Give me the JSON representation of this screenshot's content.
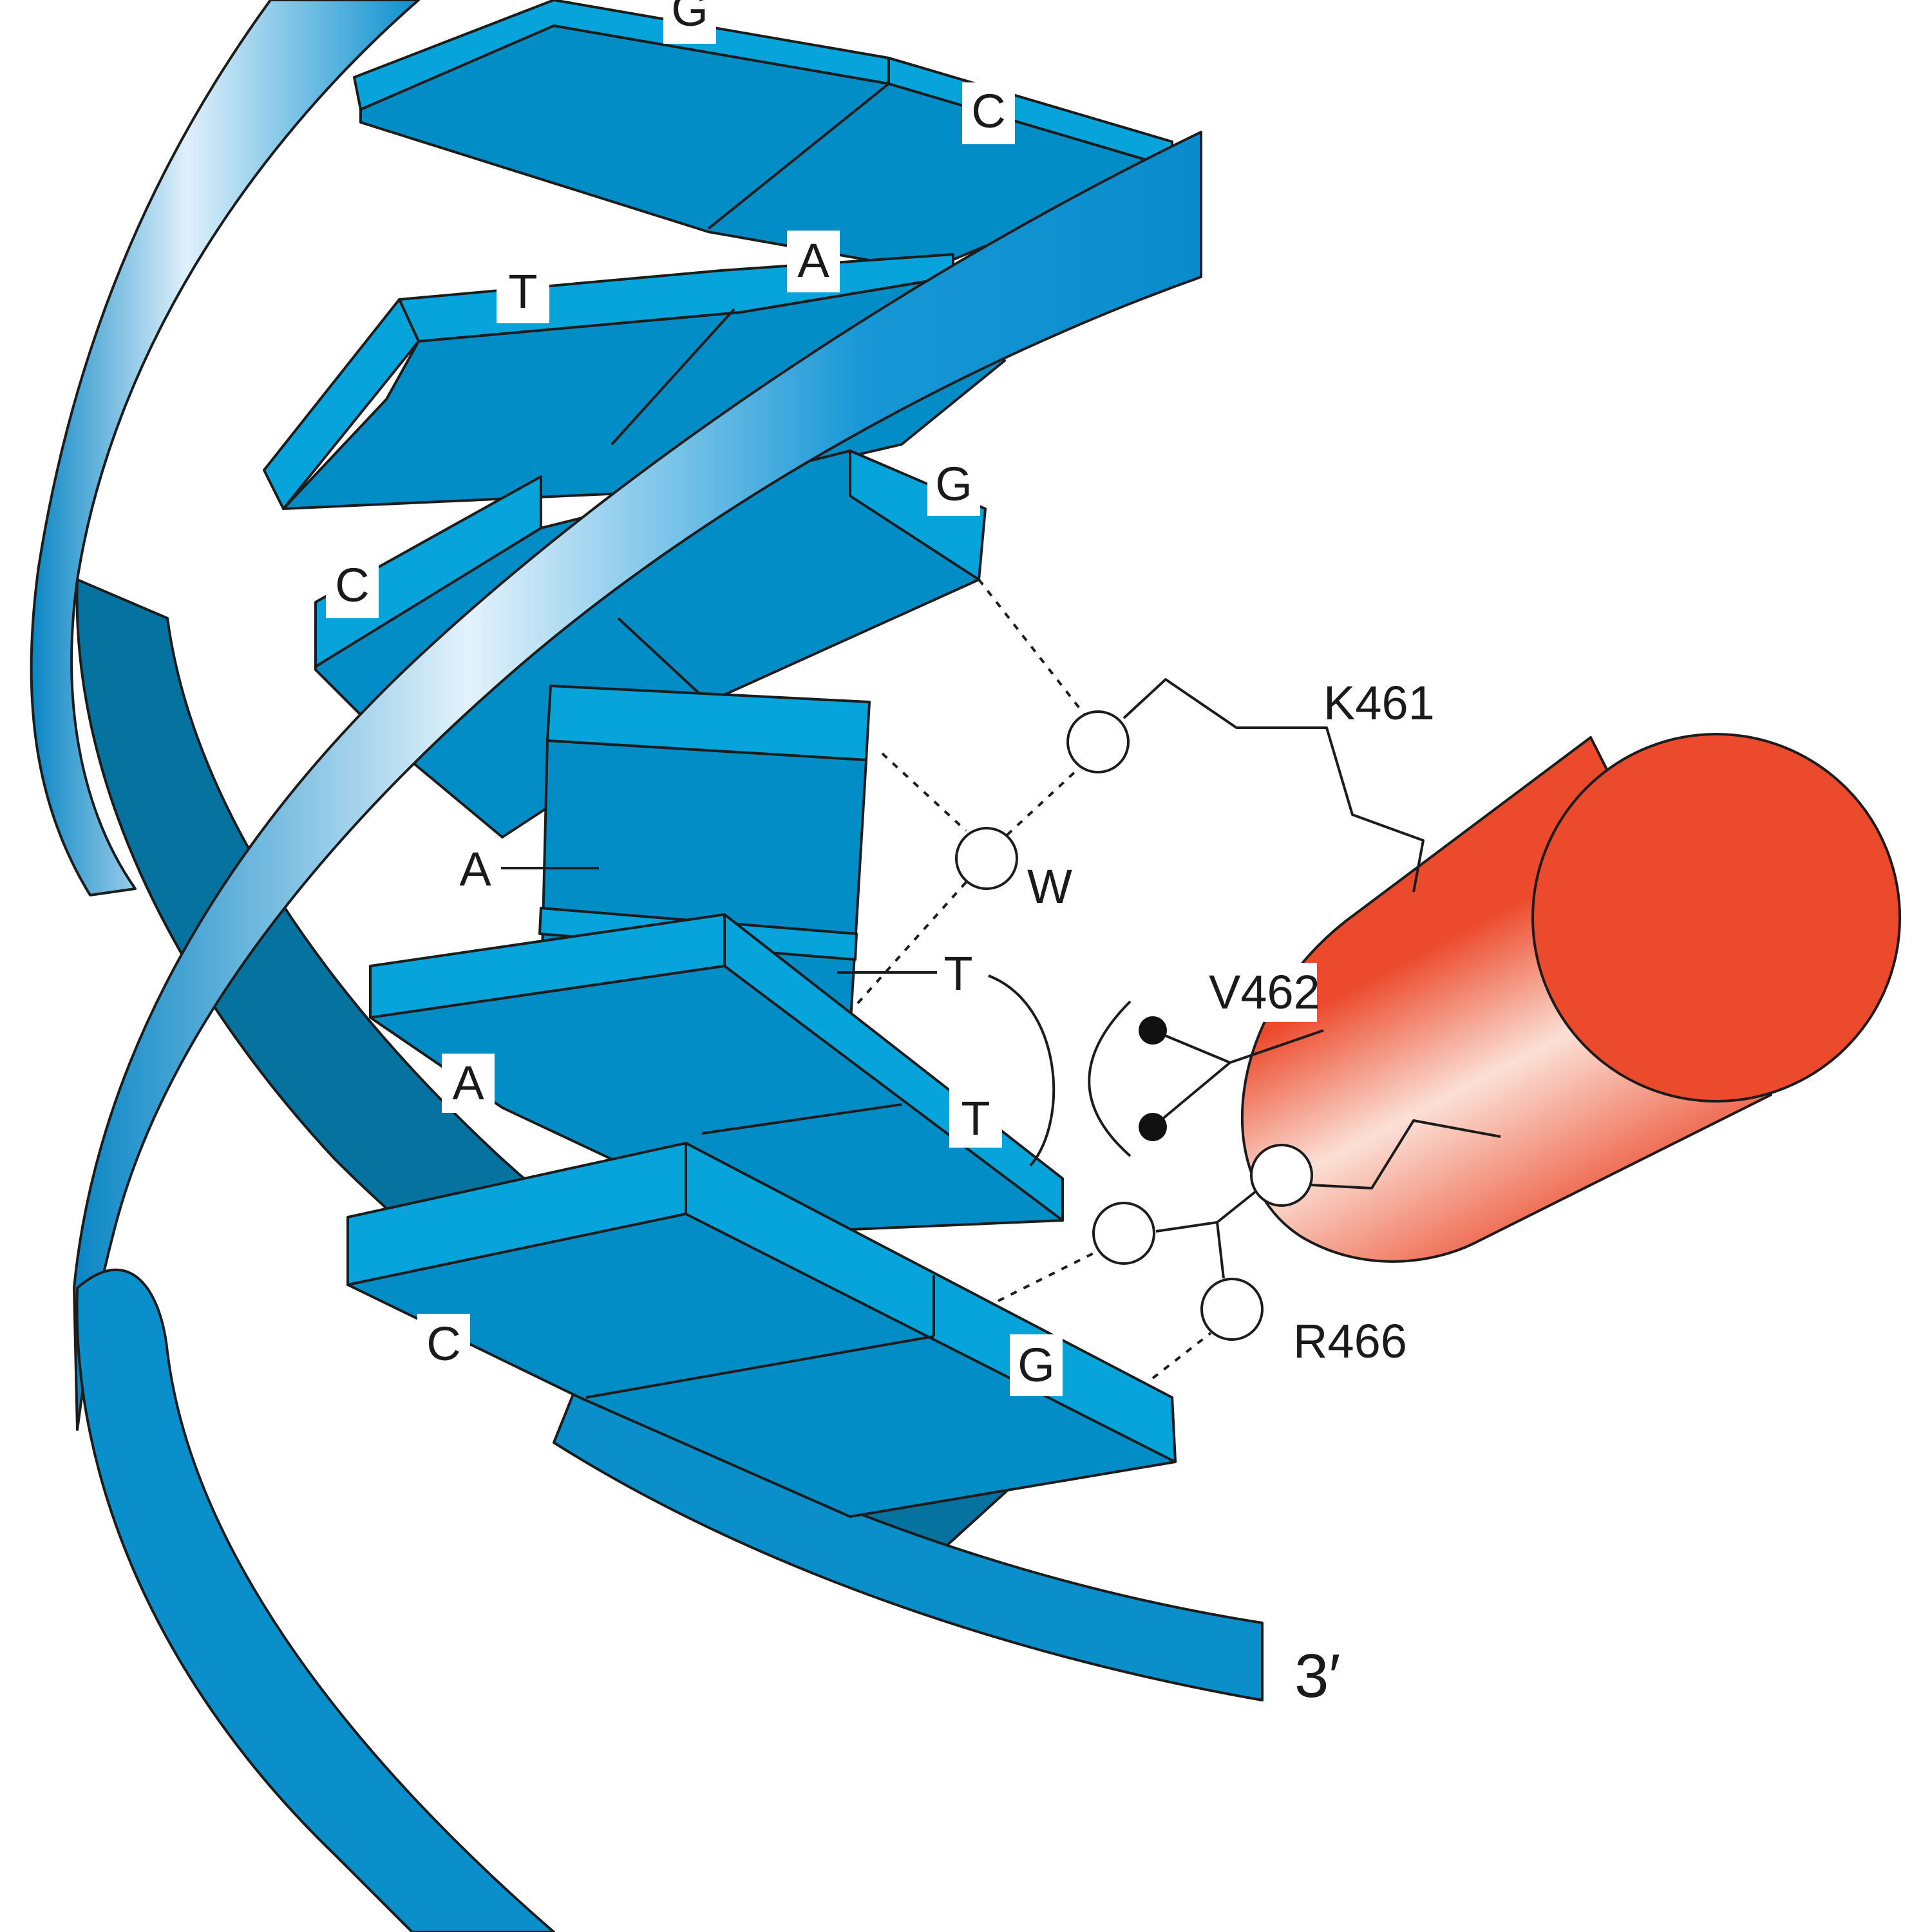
{
  "colors": {
    "base_top": "#07a4dc",
    "base_side": "#038dc6",
    "backbone_dark": "#0573a3",
    "helix_red": "#ec4a2c",
    "outline": "#1c1c1c"
  },
  "bases": {
    "g1": "G",
    "c1": "C",
    "t1": "T",
    "a1": "A",
    "c2": "C",
    "g2": "G",
    "a2": "A",
    "t2": "T",
    "a3": "A",
    "t3": "T",
    "c3": "C",
    "g3": "G"
  },
  "residues": {
    "k461": "K461",
    "v462": "V462",
    "r466": "R466",
    "water": "W"
  },
  "strand_end": "3′"
}
